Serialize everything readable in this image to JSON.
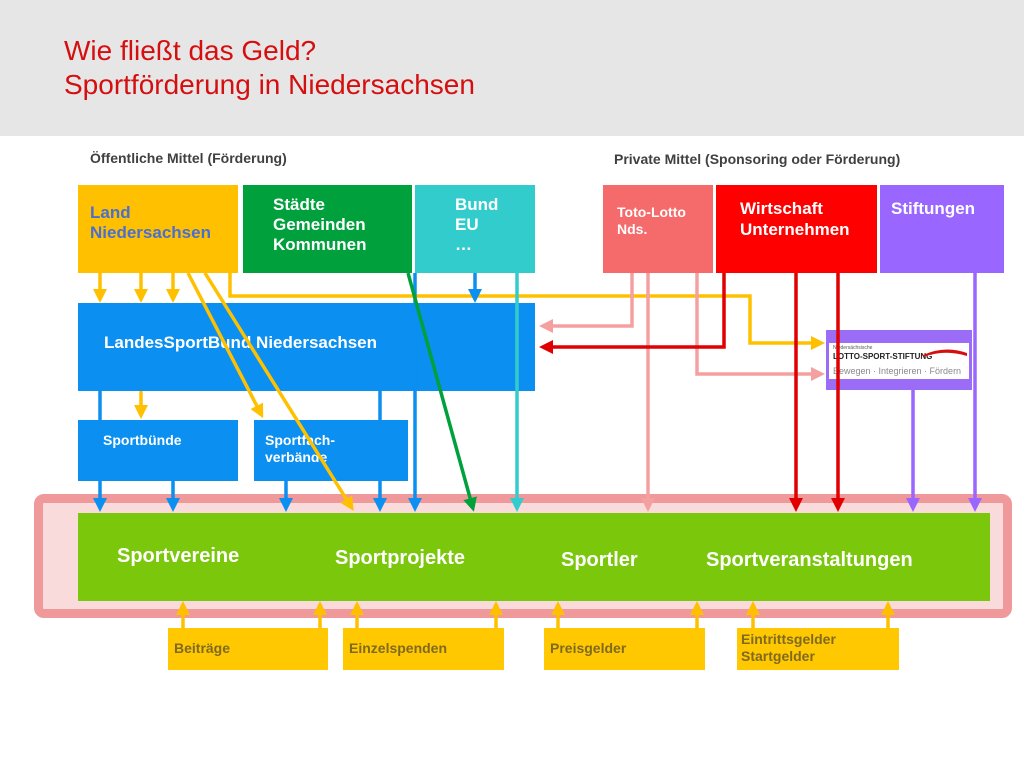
{
  "header": {
    "title_line1": "Wie fließt das Geld?",
    "title_line2": "Sportförderung in Niedersachsen"
  },
  "sections": {
    "public": "Öffentliche Mittel (Förderung)",
    "private": "Private Mittel (Sponsoring oder Förderung)"
  },
  "sources": {
    "land": "Land\nNiedersachsen",
    "staedte": "Städte\nGemeinden\nKommunen",
    "bund": "Bund\nEU\n…",
    "toto": "Toto-Lotto\nNds.",
    "wirtschaft": "Wirtschaft\nUnternehmen",
    "stiftungen": "Stiftungen"
  },
  "intermediates": {
    "lsb": "LandesSportBund Niedersachsen",
    "sportbuende": "Sportbünde",
    "fachverbaende": "Sportfach-\nverbände"
  },
  "logo": {
    "small": "Niedersächsische",
    "main": "LOTTO-SPORT-STIFTUNG",
    "sub": "Bewegen · Integrieren · Fördern"
  },
  "recipients": {
    "vereine": "Sportvereine",
    "projekte": "Sportprojekte",
    "sportler": "Sportler",
    "veranstaltungen": "Sportveranstaltungen"
  },
  "income": {
    "beitraege": "Beiträge",
    "einzelspenden": "Einzelspenden",
    "preisgelder": "Preisgelder",
    "eintritt": "Eintrittsgelder\nStartgelder"
  },
  "colors": {
    "title": "#d50f0f",
    "land": "#ffc000",
    "staedte": "#00a03c",
    "bund": "#33cccc",
    "toto": "#f56a6a",
    "wirtschaft": "#ff0000",
    "stiftungen": "#9966ff",
    "lsb": "#0b8ff0",
    "recipients": "#7ac70c",
    "income": "#ffc800",
    "highlight": "#f0999a",
    "toto_arrow": "#f5a0a0"
  }
}
